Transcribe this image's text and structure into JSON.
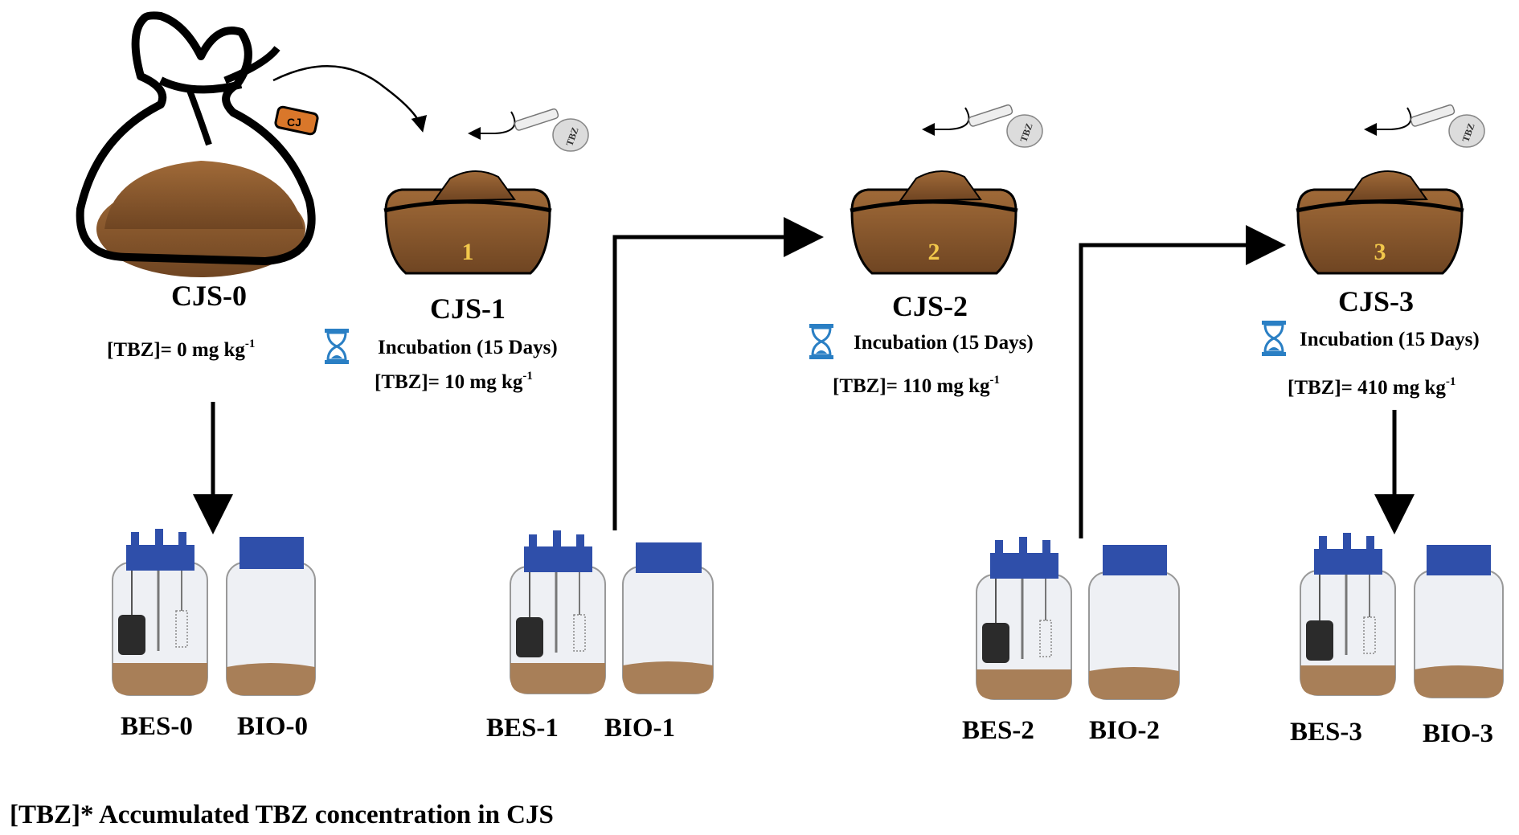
{
  "stages": [
    {
      "id": "CJS-0",
      "number": "",
      "concentration_prefix": "[TBZ]= 0 mg kg",
      "concentration_exp": "-1",
      "incubation": ""
    },
    {
      "id": "CJS-1",
      "number": "1",
      "concentration_prefix": "[TBZ]= 10 mg kg",
      "concentration_exp": "-1",
      "incubation": "Incubation (15 Days)"
    },
    {
      "id": "CJS-2",
      "number": "2",
      "concentration_prefix": "[TBZ]= 110 mg kg",
      "concentration_exp": "-1",
      "incubation": "Incubation (15 Days)"
    },
    {
      "id": "CJS-3",
      "number": "3",
      "concentration_prefix": "[TBZ]= 410 mg kg",
      "concentration_exp": "-1",
      "incubation": "Incubation (15 Days)"
    }
  ],
  "bag_tag": "CJ",
  "flask_label": "TBZ",
  "reactors": [
    {
      "bes": "BES-0",
      "bio": "BIO-0"
    },
    {
      "bes": "BES-1",
      "bio": "BIO-1"
    },
    {
      "bes": "BES-2",
      "bio": "BIO-2"
    },
    {
      "bes": "BES-3",
      "bio": "BIO-3"
    }
  ],
  "footnote": "[TBZ]* Accumulated TBZ concentration in CJS",
  "colors": {
    "soil": "#8a5a2e",
    "cap": "#2f4faa",
    "bottle": "#eef0f4",
    "number": "#f2c84b",
    "hourglass": "#2a7fc4"
  }
}
